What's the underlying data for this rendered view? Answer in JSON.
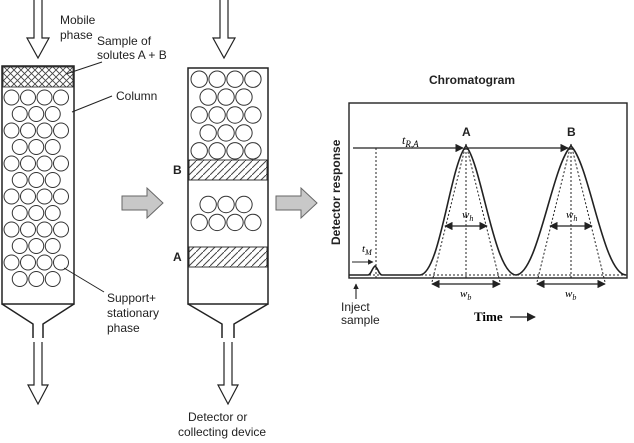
{
  "labels": {
    "mobile_phase_line1": "Mobile",
    "mobile_phase_line2": "phase",
    "sample_line1": "Sample of",
    "sample_line2": "solutes A + B",
    "column": "Column",
    "support_line1": "Support+",
    "support_line2": "stationary",
    "support_line3": "phase",
    "band_b": "B",
    "band_a": "A",
    "detector_line1": "Detector or",
    "detector_line2": "collecting device"
  },
  "chromatogram": {
    "title": "Chromatogram",
    "ylabel": "Detector response",
    "xlabel": "Time",
    "peak_a": "A",
    "peak_b": "B",
    "retention_label_main": "t",
    "retention_label_sub": "R,A",
    "dead_time_main": "t",
    "dead_time_sub": "M",
    "half_width_main": "w",
    "half_width_sub": "h",
    "base_width_main": "w",
    "base_width_sub": "b",
    "inject_line1": "Inject",
    "inject_line2": "sample"
  },
  "icons": [
    "down-arrow-icon",
    "right-arrow-icon"
  ],
  "colors": {
    "line": "#222222",
    "arrow_fill": "#c8c8c8",
    "hatch": "#444444"
  }
}
